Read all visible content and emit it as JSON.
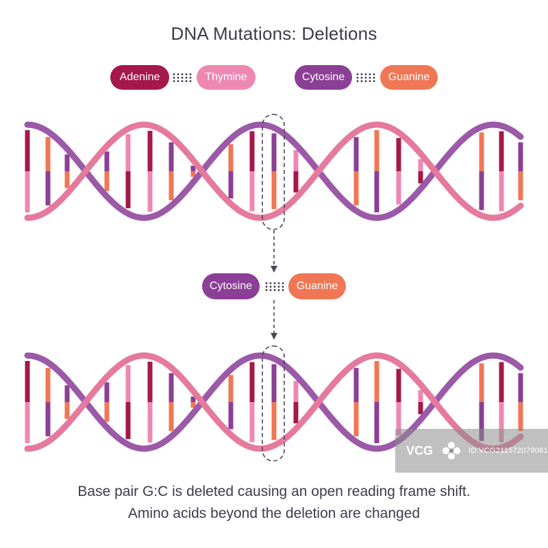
{
  "title": "DNA Mutations: Deletions",
  "legend": {
    "adenine": "Adenine",
    "thymine": "Thymine",
    "cytosine": "Cytosine",
    "guanine": "Guanine"
  },
  "deleted_pair": {
    "left": "Cytosine",
    "right": "Guanine"
  },
  "caption": {
    "line1": "Base pair G:C is deleted causing an open reading frame shift.",
    "line2": "Amino acids beyond the deletion are changed"
  },
  "watermark": {
    "logo": "VCG",
    "id": "ID:VCG211572079061"
  },
  "colors": {
    "adenine": "#a5184a",
    "thymine": "#ee88b3",
    "cytosine": "#8b3f96",
    "guanine": "#f07755",
    "strand_purple": "#9b59a8",
    "strand_pink": "#e57a9d",
    "text": "#3f3a4a"
  }
}
